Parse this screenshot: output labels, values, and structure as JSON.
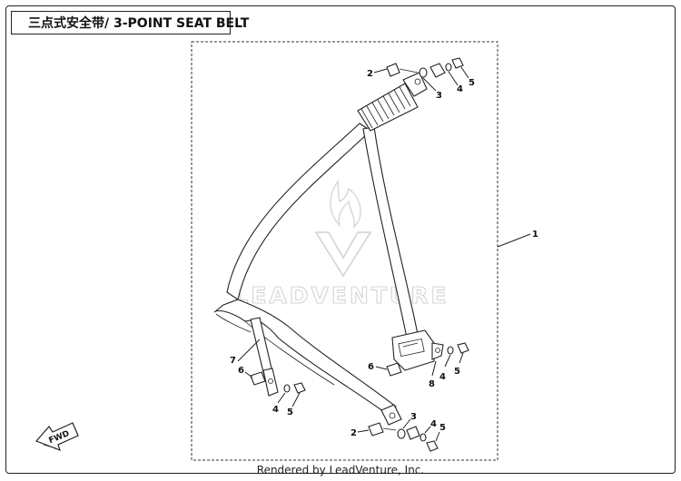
{
  "title": "三点式安全带/ 3-POINT SEAT BELT",
  "footer": "Rendered by LeadVenture, Inc.",
  "watermark": {
    "text": "LEADVENTURE"
  },
  "fwd_label": "FWD",
  "callouts": {
    "c1": "1",
    "top_bolt": "2",
    "top_washer": "3",
    "top_spring_washer": "4",
    "top_nut": "5",
    "buckle_bolt": "6",
    "buckle_bracket": "8",
    "buckle_spring_washer": "4",
    "buckle_nut": "5",
    "anchor_plate": "7",
    "anchor_bolt": "6",
    "anchor_spring_washer": "4",
    "anchor_nut": "5",
    "bottom_bolt": "2",
    "bottom_washer": "3",
    "bottom_spring_washer": "4",
    "bottom_nut": "5"
  }
}
